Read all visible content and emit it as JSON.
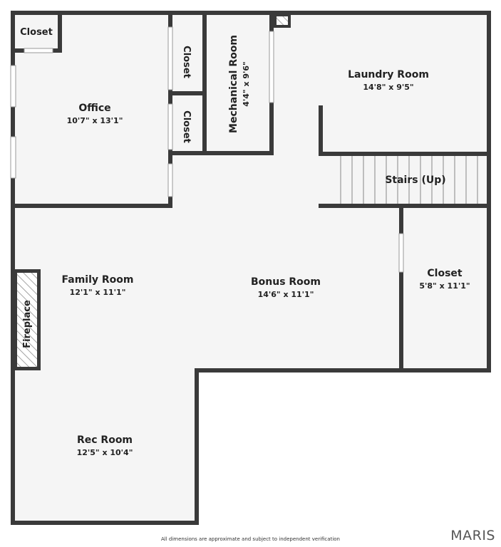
{
  "rooms": {
    "closet_top": {
      "name": "Closet"
    },
    "office": {
      "name": "Office",
      "dims": "10'7\" x 13'1\""
    },
    "closet_a": {
      "name": "Closet"
    },
    "closet_b": {
      "name": "Closet"
    },
    "mechanical": {
      "name": "Mechanical Room",
      "dims": "4'4\" x 9'6\""
    },
    "laundry": {
      "name": "Laundry Room",
      "dims": "14'8\" x 9'5\""
    },
    "stairs": {
      "name": "Stairs (Up)"
    },
    "family": {
      "name": "Family Room",
      "dims": "12'1\" x 11'1\""
    },
    "bonus": {
      "name": "Bonus Room",
      "dims": "14'6\" x 11'1\""
    },
    "closet_right": {
      "name": "Closet",
      "dims": "5'8\" x 11'1\""
    },
    "fireplace": {
      "name": "Fireplace"
    },
    "rec": {
      "name": "Rec Room",
      "dims": "12'5\" x 10'4\""
    }
  },
  "footer": {
    "disclaimer": "All dimensions are approximate and subject to independent verification",
    "brand": "MARIS"
  },
  "colors": {
    "wall": "#3a3a3a",
    "floor": "#f5f5f5",
    "window": "#ffffff"
  }
}
